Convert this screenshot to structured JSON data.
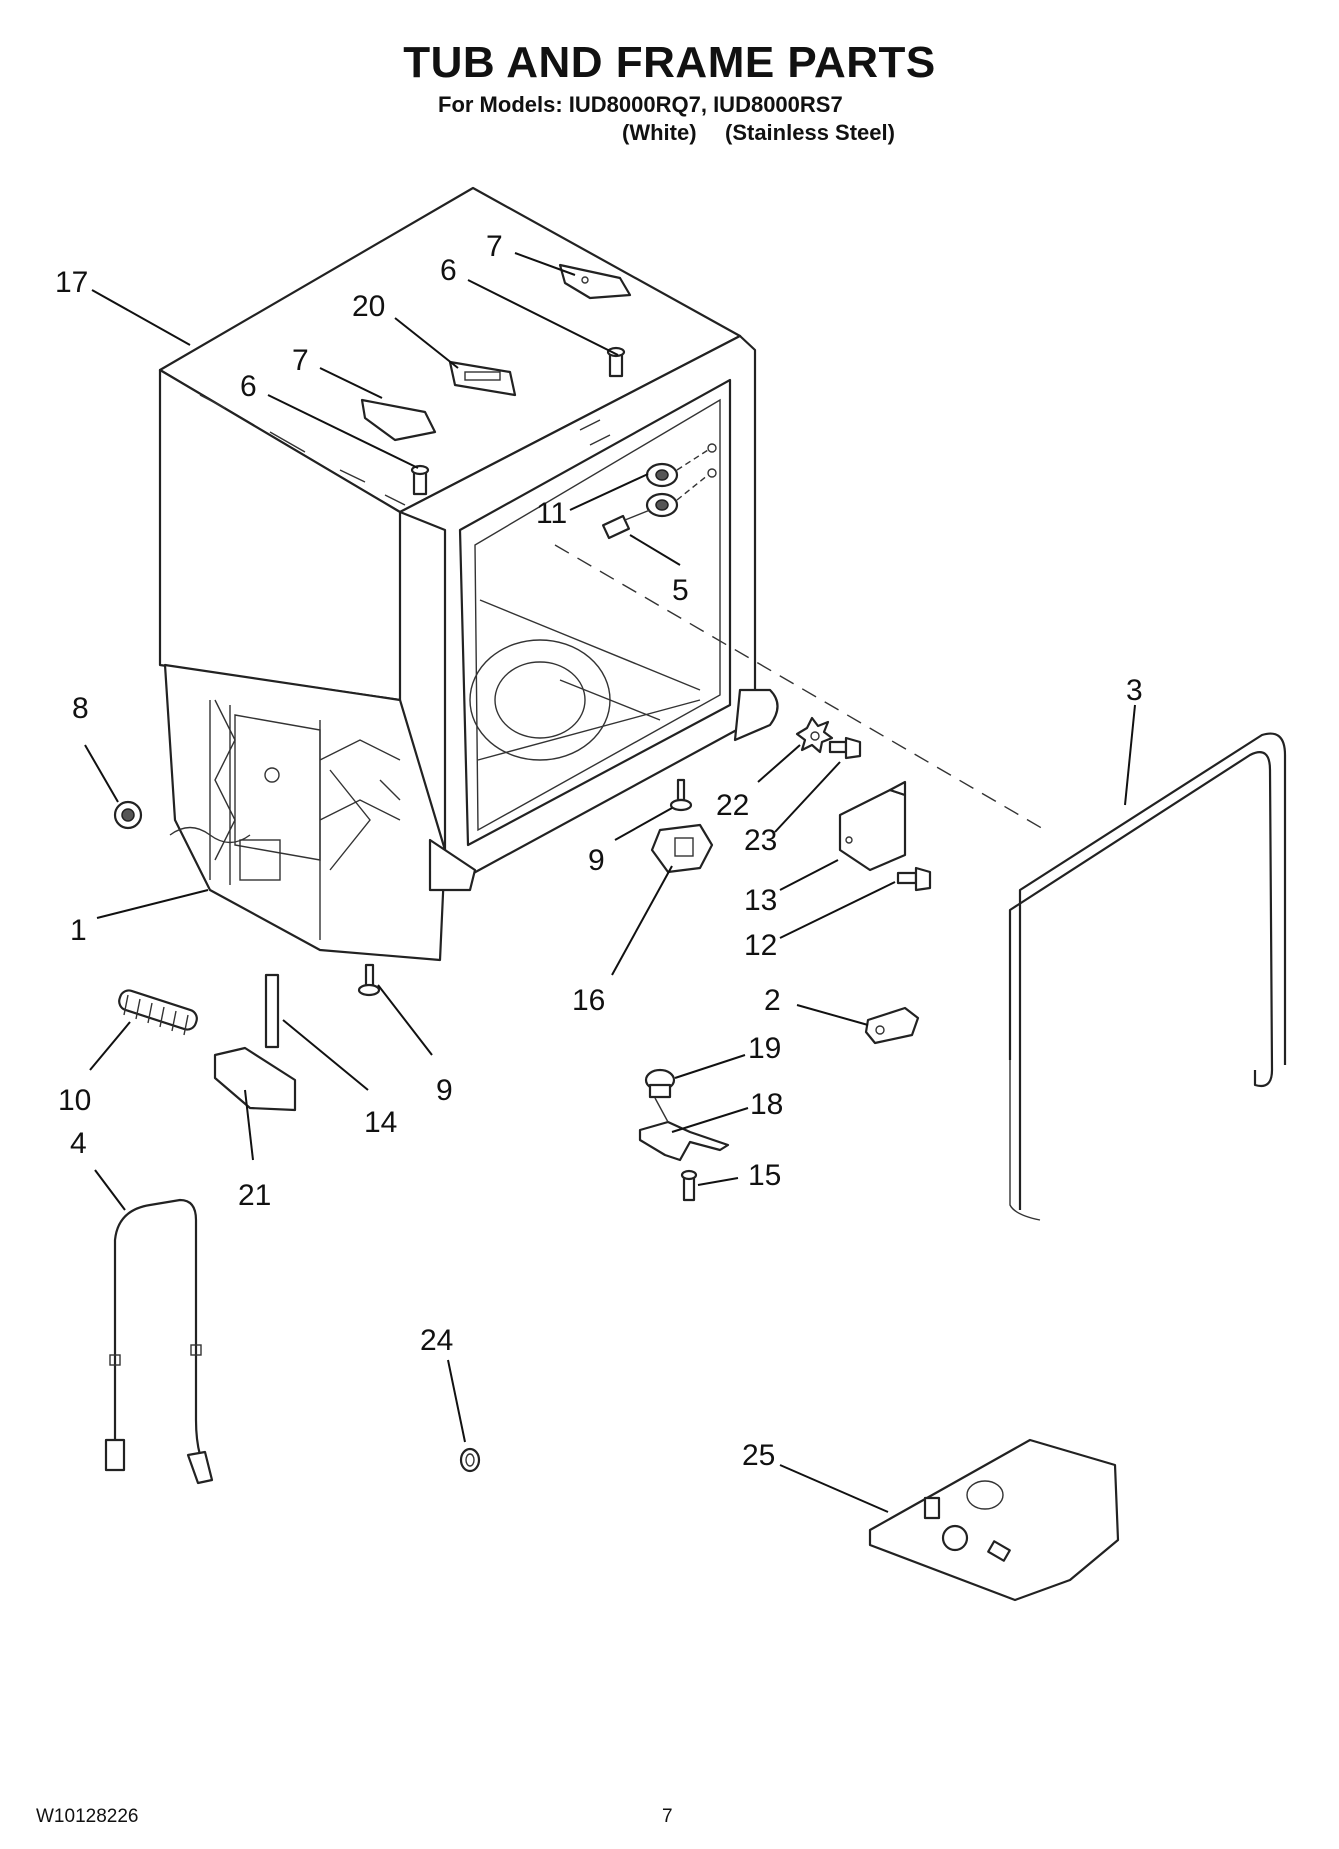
{
  "header": {
    "title": "TUB AND FRAME PARTS",
    "subtitle": "For Models: IUD8000RQ7, IUD8000RS7",
    "variants": [
      "(White)",
      "(Stainless Steel)"
    ]
  },
  "footer": {
    "doc_number": "W10128226",
    "page_number": "7"
  },
  "callouts": [
    {
      "id": "c17",
      "label": "17"
    },
    {
      "id": "c7a",
      "label": "7"
    },
    {
      "id": "c6a",
      "label": "6"
    },
    {
      "id": "c20",
      "label": "20"
    },
    {
      "id": "c7b",
      "label": "7"
    },
    {
      "id": "c6b",
      "label": "6"
    },
    {
      "id": "c11",
      "label": "11"
    },
    {
      "id": "c5",
      "label": "5"
    },
    {
      "id": "c8",
      "label": "8"
    },
    {
      "id": "c3",
      "label": "3"
    },
    {
      "id": "c22",
      "label": "22"
    },
    {
      "id": "c23",
      "label": "23"
    },
    {
      "id": "c9a",
      "label": "9"
    },
    {
      "id": "c13",
      "label": "13"
    },
    {
      "id": "c1",
      "label": "1"
    },
    {
      "id": "c12",
      "label": "12"
    },
    {
      "id": "c16",
      "label": "16"
    },
    {
      "id": "c2",
      "label": "2"
    },
    {
      "id": "c10",
      "label": "10"
    },
    {
      "id": "c14",
      "label": "14"
    },
    {
      "id": "c9b",
      "label": "9"
    },
    {
      "id": "c19",
      "label": "19"
    },
    {
      "id": "c18",
      "label": "18"
    },
    {
      "id": "c15",
      "label": "15"
    },
    {
      "id": "c4",
      "label": "4"
    },
    {
      "id": "c21",
      "label": "21"
    },
    {
      "id": "c24",
      "label": "24"
    },
    {
      "id": "c25",
      "label": "25"
    }
  ]
}
